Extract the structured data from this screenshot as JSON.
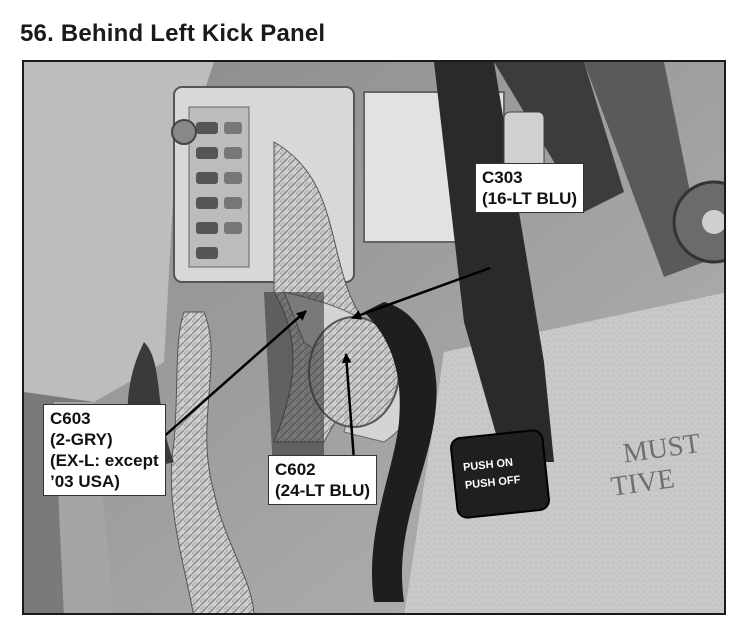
{
  "title": "56. Behind Left Kick Panel",
  "photo": {
    "switch_line1": "PUSH ON",
    "switch_line2": "PUSH OFF",
    "bg_text_1": "MUST",
    "bg_text_2": "TIVE"
  },
  "callouts": {
    "c303": {
      "line1": "C303",
      "line2": "(16-LT BLU)"
    },
    "c603": {
      "line1": "C603",
      "line2": "(2-GRY)",
      "line3": "(EX-L: except",
      "line4": "’03 USA)"
    },
    "c602": {
      "line1": "C602",
      "line2": "(24-LT BLU)"
    }
  }
}
